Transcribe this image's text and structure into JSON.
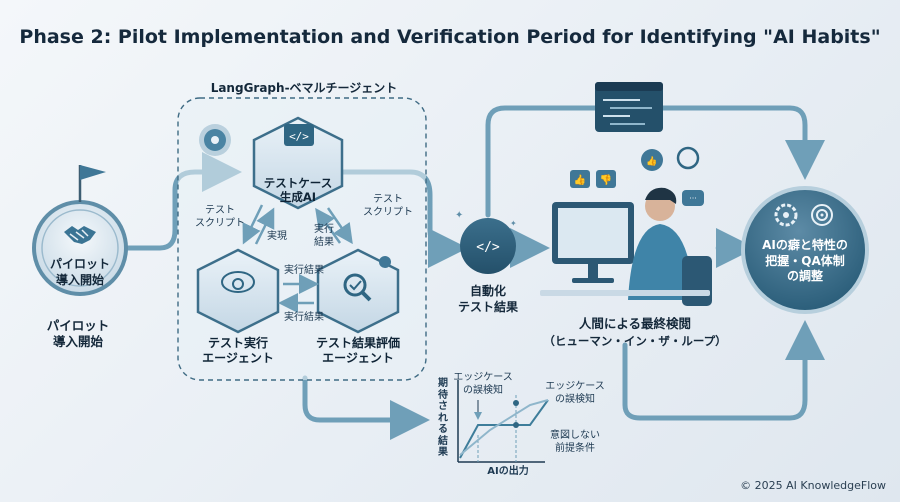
{
  "title": "Phase 2: Pilot Implementation and Verification Period for Identifying \"AI Habits\"",
  "start": {
    "circle_label": "パイロット\n導入開始",
    "below_label": "パイロット\n導入開始"
  },
  "multi_agent": {
    "group_label": "LangGraph-ベマルチージェント",
    "test_gen": "テストケース\n生成AI",
    "test_exec": "テスト実行\nエージェント",
    "test_eval": "テスト結果評価\nエージェント",
    "edge_script_left": "テスト\nスクリプト",
    "edge_realize": "実現",
    "edge_exec_result_left": "実行\n結果",
    "edge_script_right": "テスト\nスクリプト",
    "edge_result_top": "実行結果",
    "edge_result_bottom": "実行結果"
  },
  "auto": {
    "label": "自動化\nテスト結果"
  },
  "human": {
    "label": "人間による最終検閲",
    "sublabel": "（ヒューマン・イン・ザ・ループ）"
  },
  "goal": {
    "label": "AIの癖と特性の\n把握・QA体制\nの調整"
  },
  "mini_chart": {
    "ylabel": "期待される結果",
    "xlabel": "AIの出力",
    "annotation_left": "エッジケース\nの誤検知",
    "annotation_right_top": "エッジケース\nの誤検知",
    "annotation_right_bottom": "意図しない\n前提条件"
  },
  "copyright": "© 2025 AI KnowledgeFlow",
  "colors": {
    "accent": "#3e7d9a",
    "arrow": "#6f9fb8",
    "dark": "#1b3b53",
    "circle_dark": "#2f6683"
  }
}
